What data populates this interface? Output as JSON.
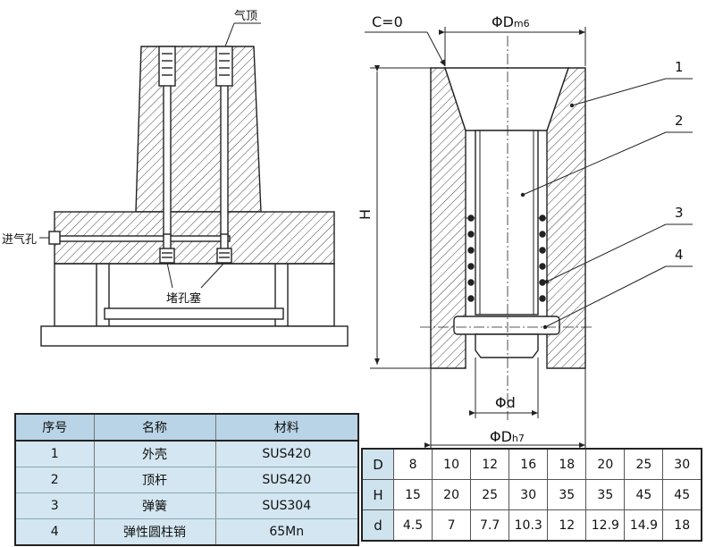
{
  "left_figure": {
    "label_air_top": "气顶",
    "label_air_inlet": "进气孔",
    "label_plug": "堵孔塞"
  },
  "right_figure": {
    "label_chamfer": "C=0",
    "label_dia_top_sym": "ΦD",
    "label_dia_top_sub": "m6",
    "label_height": "H",
    "label_dia_small": "Φd",
    "label_dia_bottom_sym": "ΦD",
    "label_dia_bottom_sub": "h7",
    "callouts": [
      "1",
      "2",
      "3",
      "4"
    ]
  },
  "parts_table": {
    "headers": [
      "序号",
      "名称",
      "材料"
    ],
    "rows": [
      [
        "1",
        "外壳",
        "SUS420"
      ],
      [
        "2",
        "顶杆",
        "SUS420"
      ],
      [
        "3",
        "弹簧",
        "SUS304"
      ],
      [
        "4",
        "弹性圆柱销",
        "65Mn"
      ]
    ]
  },
  "dimension_table": {
    "rows": [
      {
        "label": "D",
        "values": [
          "8",
          "10",
          "12",
          "16",
          "18",
          "20",
          "25",
          "30"
        ]
      },
      {
        "label": "H",
        "values": [
          "15",
          "20",
          "25",
          "30",
          "35",
          "35",
          "45",
          "45"
        ]
      },
      {
        "label": "d",
        "values": [
          "4.5",
          "7",
          "7.7",
          "10.3",
          "12",
          "12.9",
          "14.9",
          "18"
        ]
      }
    ]
  }
}
